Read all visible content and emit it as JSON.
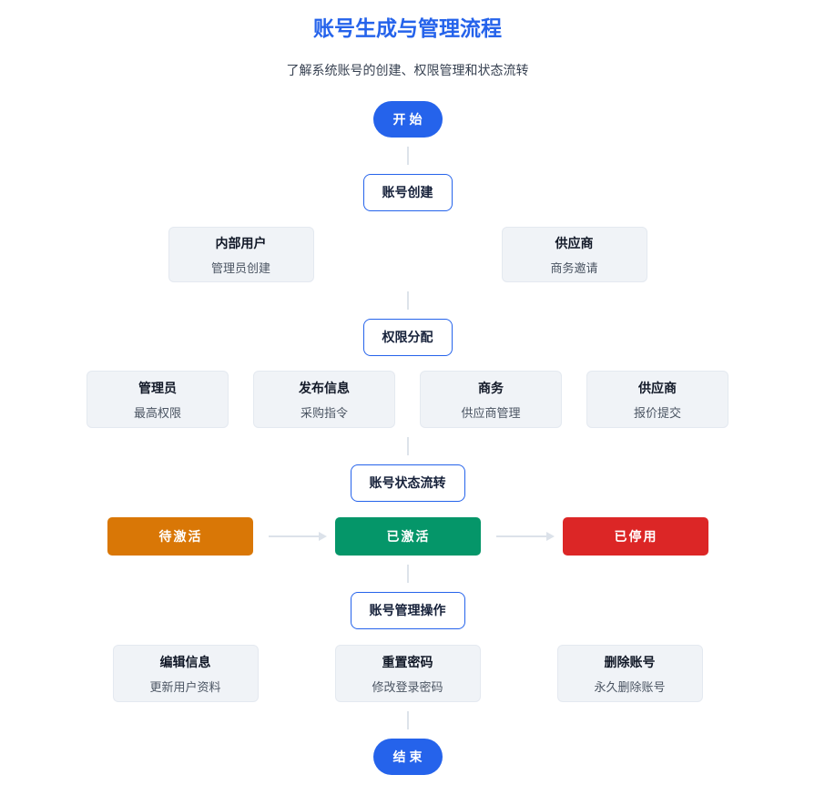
{
  "page": {
    "title": "账号生成与管理流程",
    "subtitle": "了解系统账号的创建、权限管理和状态流转"
  },
  "colors": {
    "accent_blue": "#2563eb",
    "status_pending": "#d97706",
    "status_active": "#059669",
    "status_disabled": "#dc2626"
  },
  "flow": {
    "start": {
      "label": "开始"
    },
    "end": {
      "label": "结束"
    },
    "stages": [
      {
        "label": "账号创建",
        "cards": [
          {
            "title": "内部用户",
            "subtitle": "管理员创建"
          },
          {
            "title": "供应商",
            "subtitle": "商务邀请"
          }
        ]
      },
      {
        "label": "权限分配",
        "cards": [
          {
            "title": "管理员",
            "subtitle": "最高权限"
          },
          {
            "title": "发布信息",
            "subtitle": "采购指令"
          },
          {
            "title": "商务",
            "subtitle": "供应商管理"
          },
          {
            "title": "供应商",
            "subtitle": "报价提交"
          }
        ]
      },
      {
        "label": "账号状态流转",
        "statuses": [
          {
            "label": "待激活",
            "color": "#d97706"
          },
          {
            "label": "已激活",
            "color": "#059669"
          },
          {
            "label": "已停用",
            "color": "#dc2626"
          }
        ]
      },
      {
        "label": "账号管理操作",
        "cards": [
          {
            "title": "编辑信息",
            "subtitle": "更新用户资料"
          },
          {
            "title": "重置密码",
            "subtitle": "修改登录密码"
          },
          {
            "title": "删除账号",
            "subtitle": "永久删除账号"
          }
        ]
      }
    ]
  }
}
